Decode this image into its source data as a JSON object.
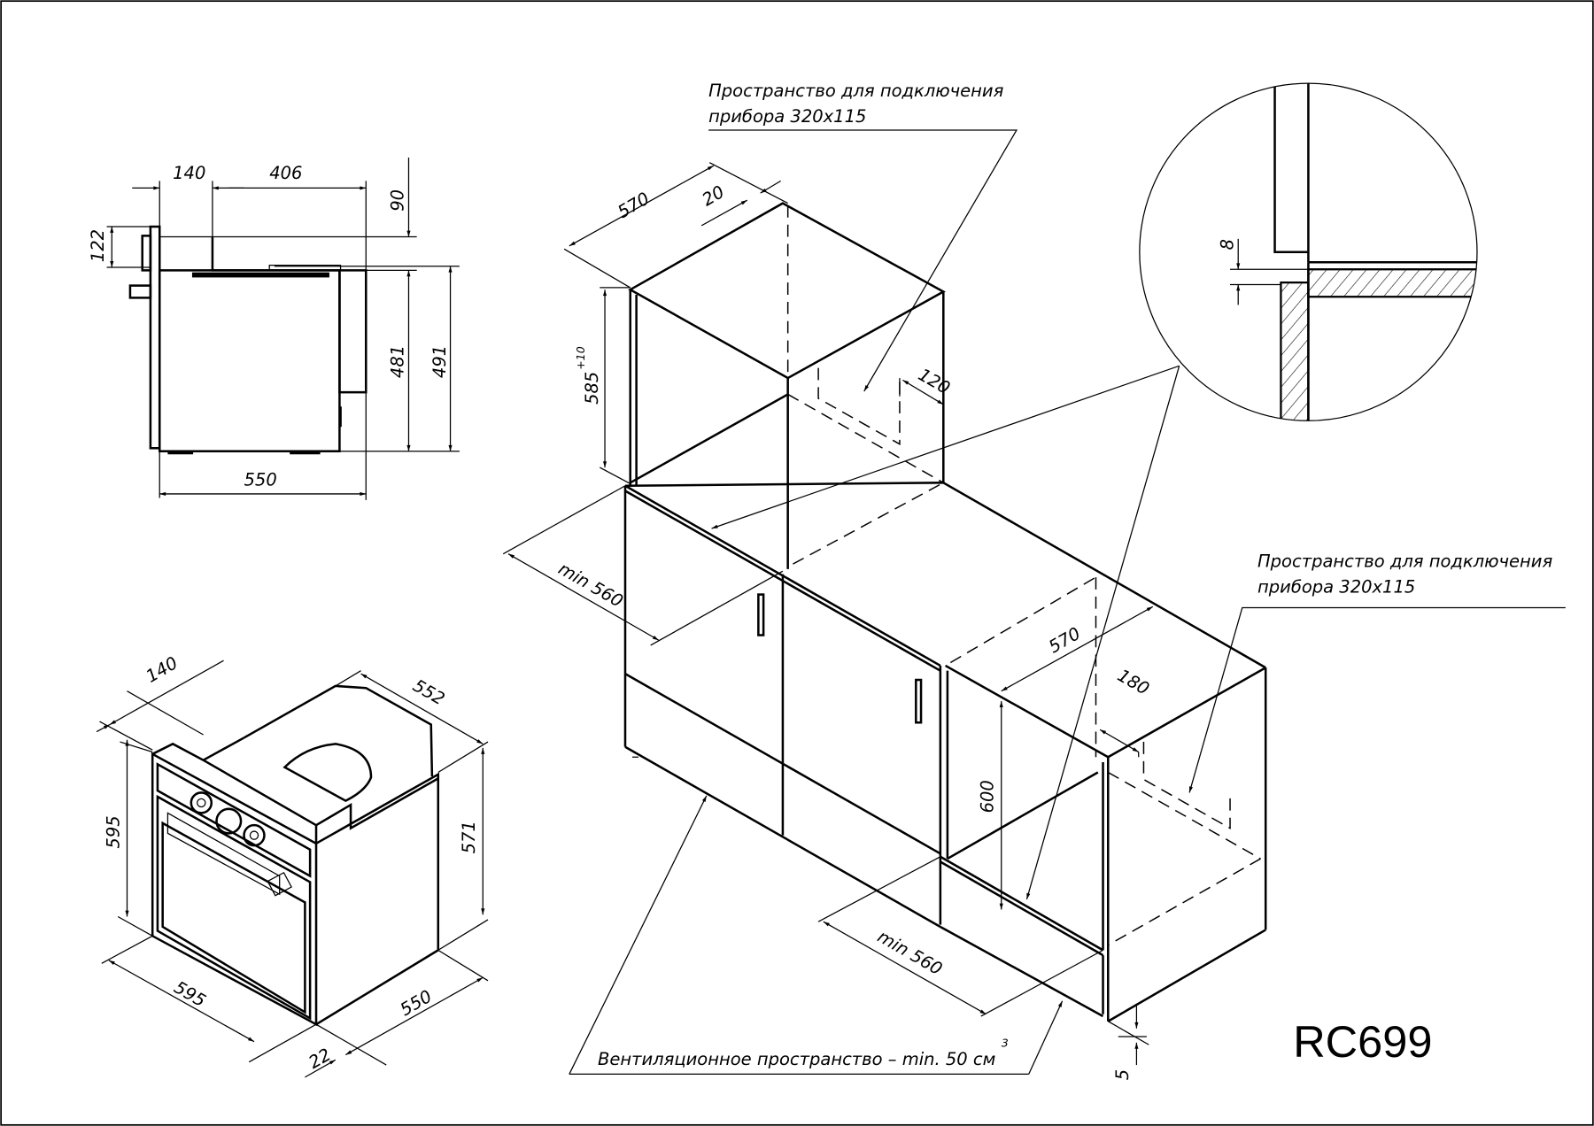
{
  "title": "RC699",
  "side_view": {
    "dims": {
      "d140": "140",
      "d406": "406",
      "d90": "90",
      "d122": "122",
      "d481": "481",
      "d491": "491",
      "d550": "550"
    }
  },
  "iso_oven": {
    "dims": {
      "d140": "140",
      "d552": "552",
      "d595_h": "595",
      "d571": "571",
      "d595_w": "595",
      "d550": "550",
      "d22": "22"
    }
  },
  "cabinets": {
    "dims": {
      "d570_top": "570",
      "d20": "20",
      "d585": "585",
      "d585_tol": "+10",
      "d120": "120",
      "min560_a": "min 560",
      "d570_right": "570",
      "d180": "180",
      "d600": "600",
      "min560_b": "min 560",
      "d5": "5"
    }
  },
  "detail": {
    "d8": "8"
  },
  "notes": {
    "connection_top": {
      "line1": "Пространство для подключения",
      "line2": "прибора 320x115"
    },
    "connection_right": {
      "line1": "Пространство для подключения",
      "line2": "прибора 320x115"
    },
    "ventilation": {
      "text": "Вентиляционное пространство – min. 50 см",
      "sup": "3"
    }
  }
}
